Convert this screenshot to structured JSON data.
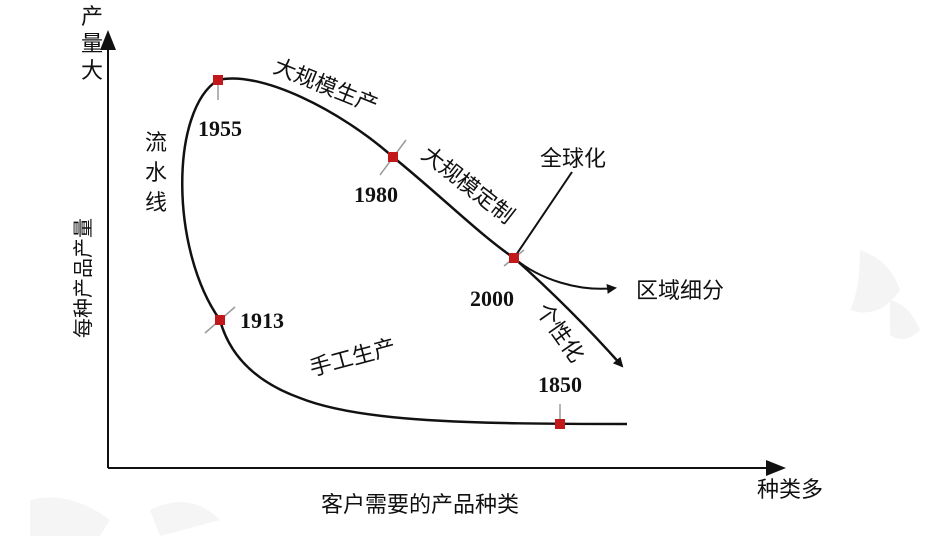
{
  "axes": {
    "y_axis_label_top": [
      "产",
      "量",
      "大"
    ],
    "y_axis_title": "每种产品产量",
    "x_axis_label_end": "种类多",
    "x_axis_title": "客户需要的产品种类"
  },
  "years": {
    "y1850": "1850",
    "y1913": "1913",
    "y1955": "1955",
    "y1980": "1980",
    "y2000": "2000"
  },
  "phases": {
    "handmade": "手工生产",
    "assembly_line": [
      "流",
      "水",
      "线"
    ],
    "mass_production": "大规模生产",
    "mass_customization": "大规模定制",
    "globalization": "全球化",
    "regional_segmentation": "区域细分",
    "personalization": "个性化"
  },
  "colors": {
    "marker": "#c0181b",
    "line": "#111111"
  }
}
